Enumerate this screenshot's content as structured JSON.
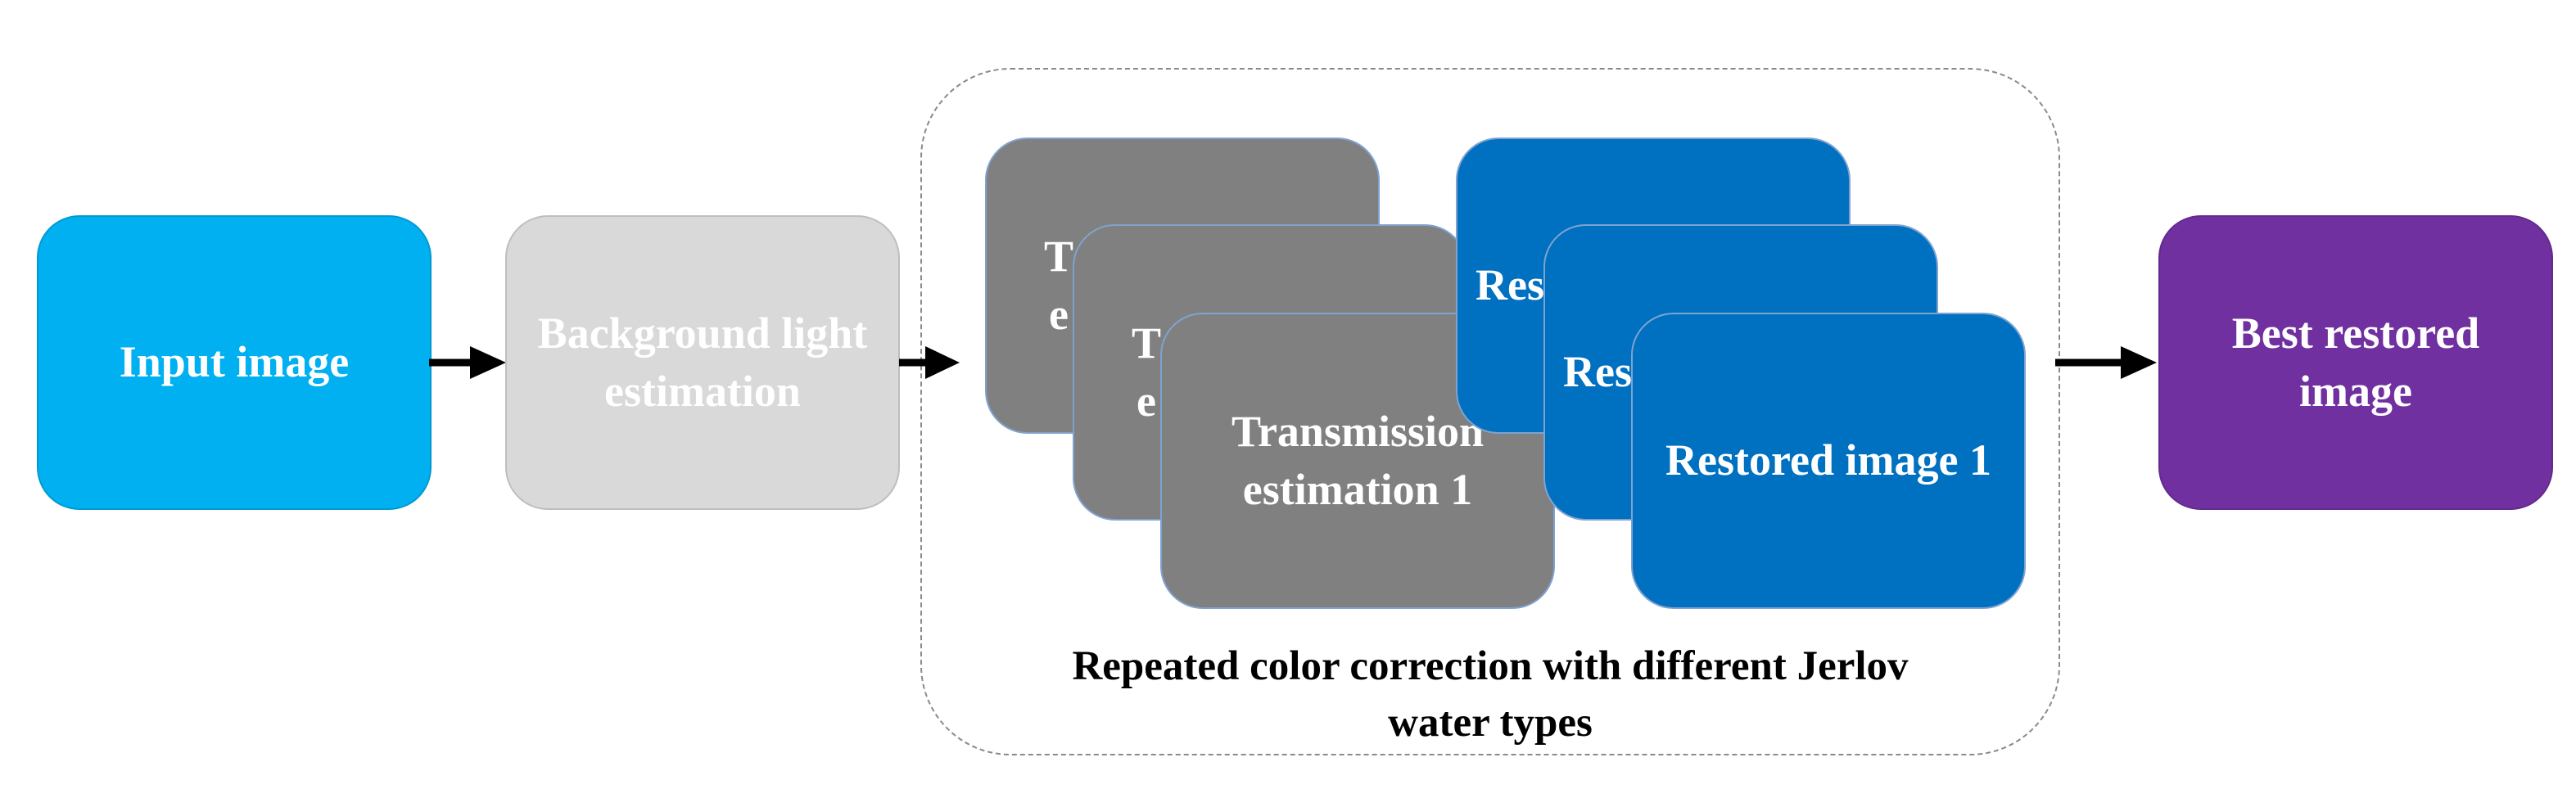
{
  "input": {
    "label": "Input image",
    "color": "#00b0f0"
  },
  "background": {
    "label": "Background light\nestimation",
    "color": "#d9d9d9"
  },
  "transmission": {
    "color": "#808080",
    "front_label": "Transmission\nestimation 1",
    "back_label_1": "T\ne",
    "back_label_2": "T\ne"
  },
  "restored": {
    "color": "#0070c0",
    "front_label": "Restored image 1",
    "back_label_1": "Res",
    "back_label_2": "Res"
  },
  "best": {
    "label": "Best restored\nimage",
    "color": "#7030a0"
  },
  "region": {
    "caption": "Repeated color correction with different Jerlov\nwater types"
  }
}
